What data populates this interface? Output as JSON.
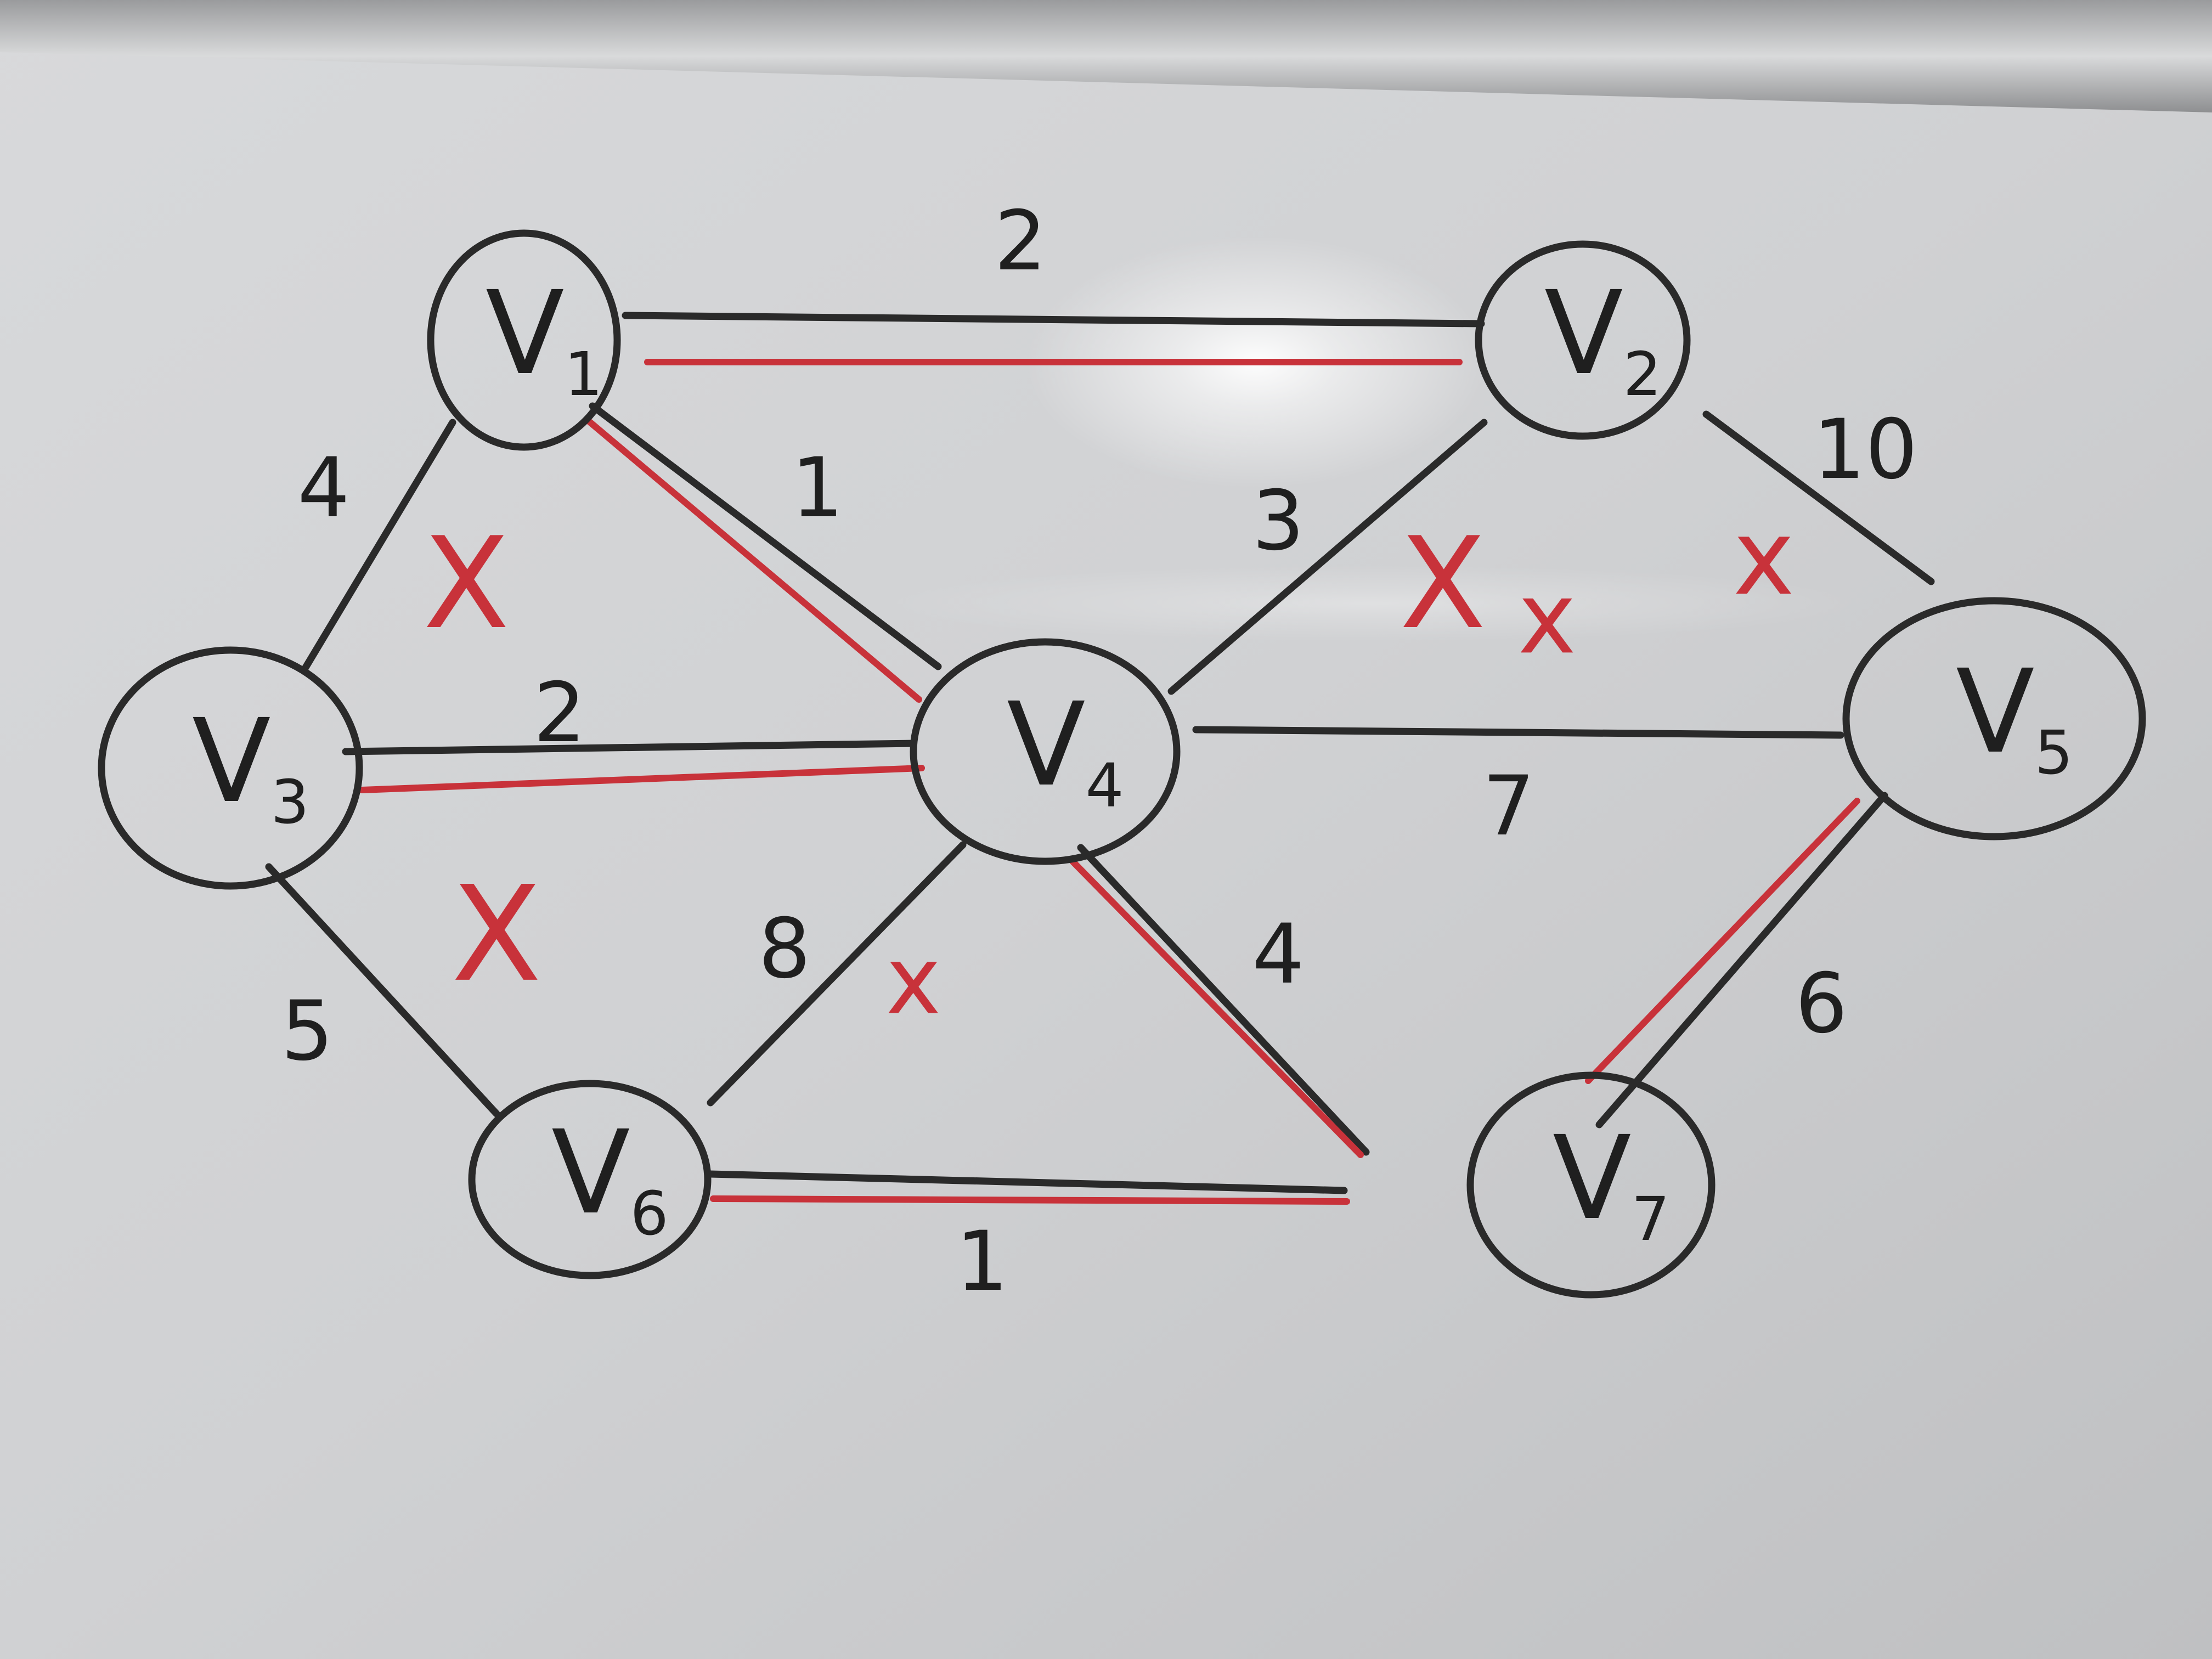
{
  "graph": {
    "nodes": [
      {
        "id": "v1",
        "label": "V",
        "sub": "1"
      },
      {
        "id": "v2",
        "label": "V",
        "sub": "2"
      },
      {
        "id": "v3",
        "label": "V",
        "sub": "3"
      },
      {
        "id": "v4",
        "label": "V",
        "sub": "4"
      },
      {
        "id": "v5",
        "label": "V",
        "sub": "5"
      },
      {
        "id": "v6",
        "label": "V",
        "sub": "6"
      },
      {
        "id": "v7",
        "label": "V",
        "sub": "7"
      }
    ],
    "edges": [
      {
        "id": "v1-v2",
        "from": "v1",
        "to": "v2",
        "weight": "2",
        "in_tree": true
      },
      {
        "id": "v1-v3",
        "from": "v1",
        "to": "v3",
        "weight": "4",
        "in_tree": false
      },
      {
        "id": "v1-v4",
        "from": "v1",
        "to": "v4",
        "weight": "1",
        "in_tree": true
      },
      {
        "id": "v3-v4",
        "from": "v3",
        "to": "v4",
        "weight": "2",
        "in_tree": true
      },
      {
        "id": "v2-v4",
        "from": "v2",
        "to": "v4",
        "weight": "3",
        "in_tree": false
      },
      {
        "id": "v2-v5",
        "from": "v2",
        "to": "v5",
        "weight": "10",
        "in_tree": false
      },
      {
        "id": "v4-v5",
        "from": "v4",
        "to": "v5",
        "weight": "7",
        "in_tree": false
      },
      {
        "id": "v3-v6",
        "from": "v3",
        "to": "v6",
        "weight": "5",
        "in_tree": false
      },
      {
        "id": "v4-v6",
        "from": "v4",
        "to": "v6",
        "weight": "8",
        "in_tree": false
      },
      {
        "id": "v4-v7",
        "from": "v4",
        "to": "v7",
        "weight": "4",
        "in_tree": true
      },
      {
        "id": "v6-v7",
        "from": "v6",
        "to": "v7",
        "weight": "1",
        "in_tree": true
      },
      {
        "id": "v5-v7",
        "from": "v5",
        "to": "v7",
        "weight": "6",
        "in_tree": true
      }
    ],
    "rejection_marks": [
      {
        "id": "x-v1-v3",
        "label": "X"
      },
      {
        "id": "x-v3-v6",
        "label": "X"
      },
      {
        "id": "x-v4-v6",
        "label": "x"
      },
      {
        "id": "x-v2-v4-a",
        "label": "X"
      },
      {
        "id": "x-v2-v4-b",
        "label": "x"
      },
      {
        "id": "x-v2-v5",
        "label": "x"
      }
    ],
    "colors": {
      "marker_black": "#2a2a2a",
      "marker_red": "#c8323a",
      "board": "#d4d5d7"
    }
  }
}
